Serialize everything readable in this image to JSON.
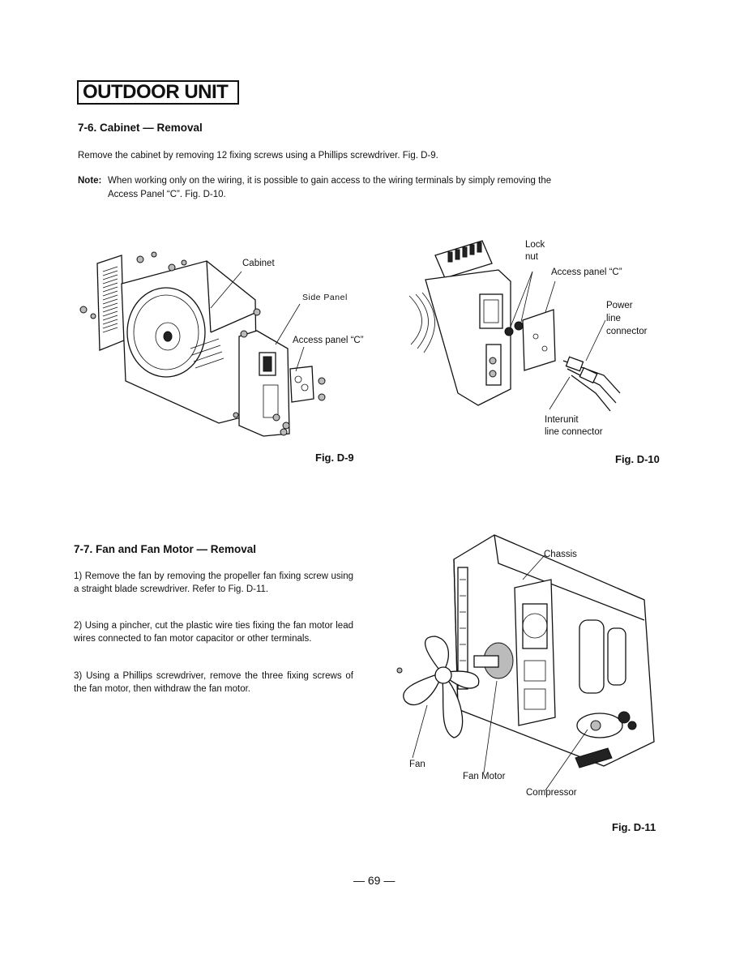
{
  "header": {
    "title": "OUTDOOR UNIT"
  },
  "section_cabinet": {
    "title": "7-6.  Cabinet — Removal",
    "text": "Remove the cabinet by removing 12 fixing screws using a Phillips screwdriver. Fig. D-9.",
    "note_label": "Note:",
    "note_line1": "When working only on the wiring, it is possible to gain access to the wiring terminals by simply removing the",
    "note_line2": "Access Panel “C”. Fig. D-10."
  },
  "fig_d9": {
    "caption": "Fig. D-9",
    "labels": {
      "cabinet": "Cabinet",
      "side_panel": "Side Panel",
      "access_panel": "Access panel “C”"
    }
  },
  "fig_d10": {
    "caption": "Fig. D-10",
    "labels": {
      "lock_line1": "Lock",
      "lock_line2": "nut",
      "access_panel": "Access panel “C”",
      "power_line1": "Power",
      "power_line2": "line",
      "power_line3": "connector",
      "interunit_line1": "Interunit",
      "interunit_line2": "line connector"
    }
  },
  "section_fan": {
    "title": "7-7.  Fan and Fan Motor — Removal",
    "steps": [
      "1) Remove the fan by removing the propeller fan fixing screw using a straight blade screwdriver. Refer to Fig. D-11.",
      "2) Using a pincher, cut the plastic wire ties fixing the fan motor lead wires connected to fan motor capacitor or other terminals.",
      "3) Using a Phillips screwdriver, remove the three fixing screws of the fan motor, then withdraw the fan motor."
    ]
  },
  "fig_d11": {
    "caption": "Fig. D-11",
    "labels": {
      "chassis": "Chassis",
      "fan": "Fan",
      "fan_motor": "Fan Motor",
      "compressor": "Compressor"
    }
  },
  "footer": {
    "page_number": "— 69 —"
  }
}
